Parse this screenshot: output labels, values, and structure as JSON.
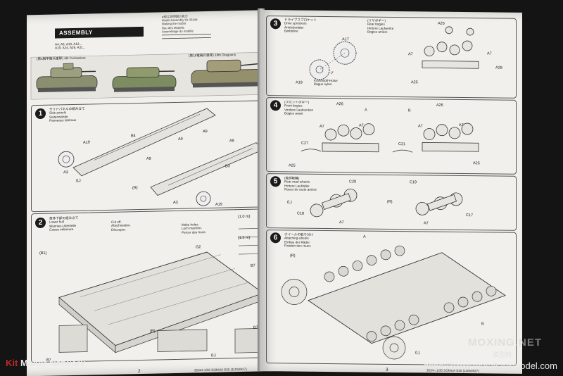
{
  "left_page": {
    "header_lines": [
      "●組立説明図の見方",
      "Model Assembly Kit 35344",
      "Making the model",
      "Bau des Modells",
      "Assemblage du modèle"
    ],
    "assembly_title": "ASSEMBLY",
    "variant_label": "(L) (R)",
    "parts_used_line1": "A4, A6, A10, A13...",
    "parts_used_line2": "A19, A24, A26, A31...",
    "version_labels": [
      "(第4胸甲騎兵連隊)",
      "4th Cuirassiers",
      "(第18竜騎兵連隊)",
      "18th Dragoons"
    ],
    "step1": {
      "number": "1",
      "title_jp": "サイドパネルの組み立て",
      "title_en": "Side panels",
      "title_de": "Seitenwände",
      "title_fr": "Panneaux latéraux",
      "parts": [
        "B4",
        "A9",
        "A9",
        "A9",
        "A19",
        "A3",
        "B3",
        "A9",
        "A3",
        "A19"
      ],
      "sides": [
        "(L)",
        "(R)"
      ]
    },
    "step2": {
      "number": "2",
      "title_jp": "車体下部の組み立て",
      "title_en": "Lower hull",
      "title_de": "Wannen-Unterteile",
      "title_fr": "Caisse inférieure",
      "notes": [
        "Make holes.",
        "Loch machen.",
        "Percer des trous.",
        "Cut off.",
        "Abschneiden.",
        "Découper."
      ],
      "measures": [
        "(1.0 m)",
        "(1.5 m)"
      ],
      "parts": [
        "(B1)",
        "G2",
        "B7",
        "B7",
        "B1",
        "(R)",
        "(L)",
        "B1"
      ]
    },
    "page_number": "2",
    "footer": "35344  1/35 SOMUA S35 (11053927)"
  },
  "right_page": {
    "step3": {
      "number": "3",
      "title_jp": "ドライブスプロケット",
      "title_en": "Drive sprockets",
      "title_de": "Antriebsräder",
      "title_fr": "Barbotine",
      "parts": [
        "A17",
        "A19",
        "A26",
        "A7",
        "A7",
        "A28",
        "A25"
      ],
      "bogie_caption": [
        "(リヤボギー)",
        "Rear bogies",
        "Hintere Laufwerke",
        "Bogies arrière"
      ],
      "poly_caption": [
        "ポリキャップ",
        "Poly cap",
        "Kunststoff-Hülse",
        "Bague nylon"
      ]
    },
    "step4": {
      "number": "4",
      "title_jp": "(フロントボギー)",
      "title_en": "Front bogies",
      "title_de": "Vordere Laufwerken",
      "title_fr": "Bogies avant",
      "parts": [
        "A26",
        "A7",
        "A7",
        "C27",
        "A25",
        "A26",
        "A7",
        "A7",
        "C21",
        "A25"
      ],
      "markers": [
        "A",
        "B"
      ]
    },
    "step5": {
      "number": "5",
      "title_jp": "(後部転輪)",
      "title_en": "Rear road wheels",
      "title_de": "Hintere Laufräder",
      "title_fr": "Roues de route arrière",
      "parts": [
        "C20",
        "C18",
        "A7",
        "C19",
        "C17",
        "A7"
      ],
      "sides": [
        "(L)",
        "(R)"
      ]
    },
    "step6": {
      "number": "6",
      "title_jp": "ホイールの取り付け",
      "title_en": "Attaching wheels",
      "title_de": "Einbau der Räder",
      "title_fr": "Fixation des roues",
      "sides": [
        "(R)",
        "(L)"
      ],
      "markers": [
        "A",
        "B"
      ]
    },
    "page_number": "3",
    "footer": "35344  1/35 SOMUA S35 (11053927)"
  },
  "watermarks": {
    "kitmaker_red": "Kit",
    "kitmaker_rest": " Maker Network",
    "moxing": "MOXING.NET",
    "moxing_cn": "模型网",
    "metaltank": "https://www.metaltankmodel.com"
  }
}
